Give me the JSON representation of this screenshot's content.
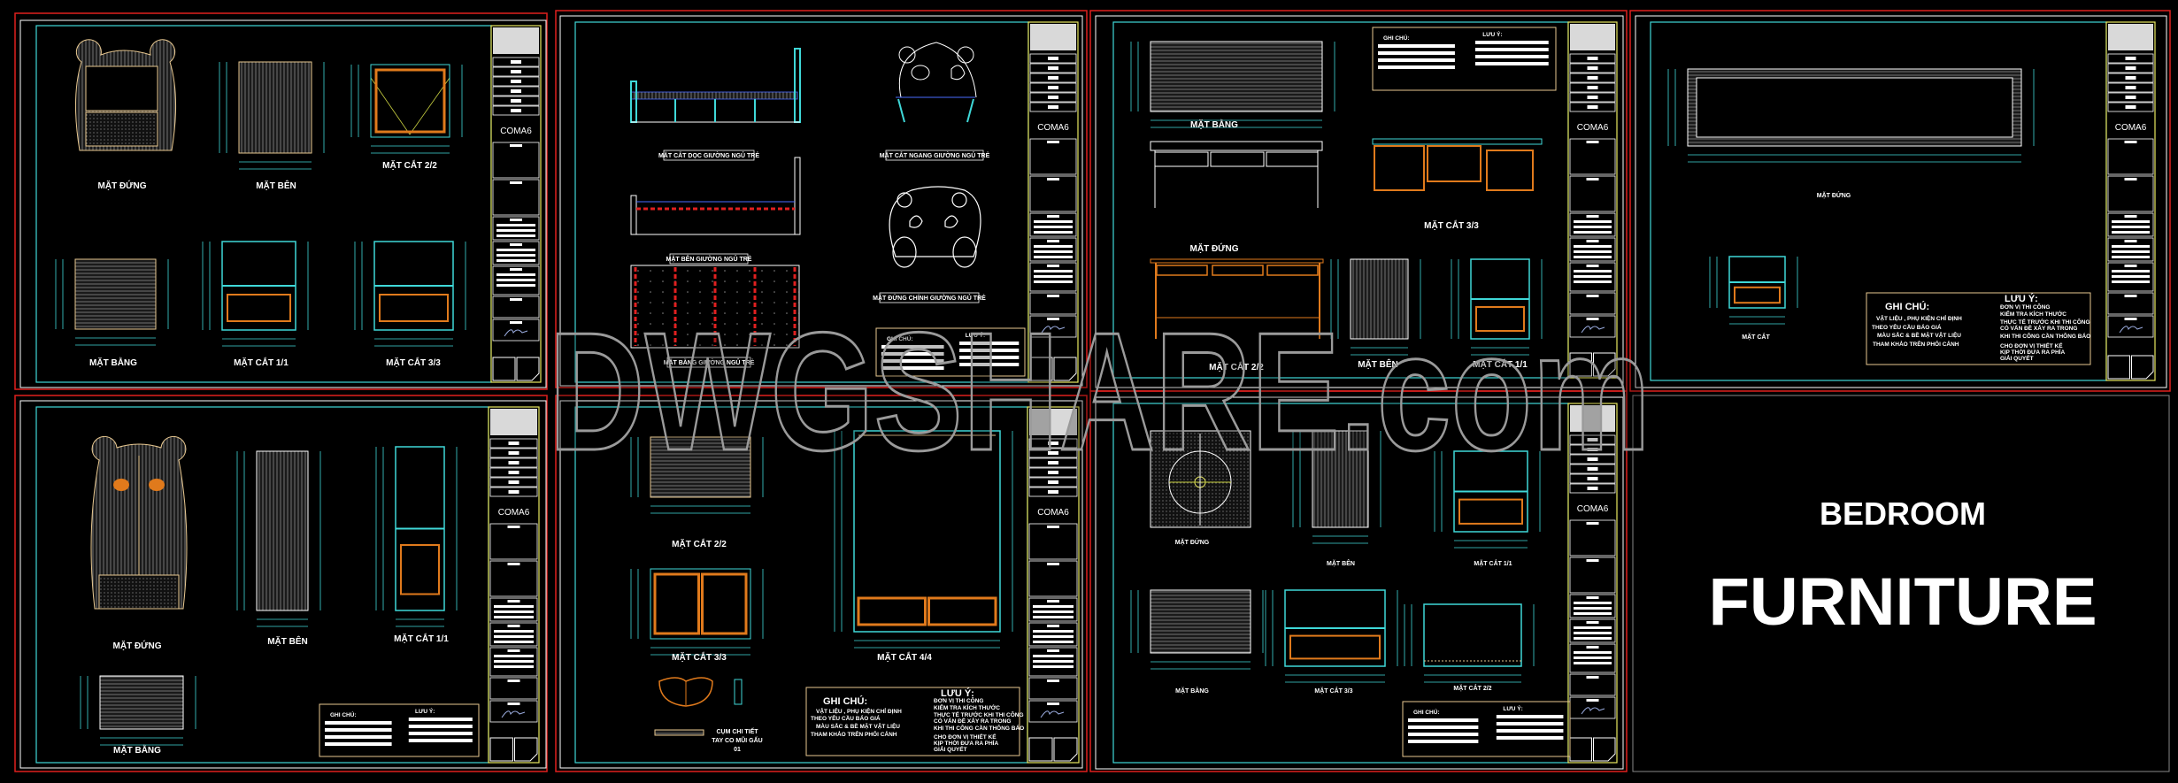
{
  "title": {
    "line1": "BEDROOM",
    "line2": "FURNITURE"
  },
  "watermark": "DWGSHARE.com",
  "title_block_code": "COMA6",
  "colors": {
    "background": "#000000",
    "sheet_border": "#e0201e",
    "frame": "#ffffff",
    "drawing_frame": "#3fd8d8",
    "title_block": "#e8e860",
    "wood": "#e07a1c",
    "hatch": "#8a8a8a"
  },
  "notes": {
    "ghi_chu_title": "GHI CHÚ:",
    "luu_y_title": "LƯU Ý:",
    "ghi_chu": [
      "VẬT LIỆU , PHỤ KIỆN CHỈ ĐỊNH",
      "THEO YÊU CẦU BÁO GIÁ",
      "MÀU SẮC & BỀ MẶT VẬT LIỆU",
      "THAM KHẢO TRÊN PHỐI CẢNH"
    ],
    "luu_y": [
      "ĐƠN VỊ THI CÔNG",
      "KIỂM TRA KÍCH THƯỚC",
      "THỰC TẾ TRƯỚC KHI THI CÔNG",
      "CÓ VẤN ĐỀ XẢY RA TRONG",
      "KHI THI CÔNG CẦN THÔNG BÁO",
      "CHO ĐƠN VỊ THIẾT KẾ",
      "KỊP THỜI ĐƯA RA PHÍA",
      "GIẢI QUYẾT"
    ]
  },
  "panels": [
    {
      "labels": [
        "MẶT ĐỨNG",
        "MẶT BÊN",
        "MẶT CẮT 2/2",
        "MẶT BẰNG",
        "MẶT CẮT 1/1",
        "MẶT CẮT 3/3"
      ]
    },
    {
      "labels": [
        "MẶT CẮT DỌC GIƯỜNG NGỦ TRẺ",
        "MẶT CẮT NGANG GIƯỜNG NGỦ TRẺ",
        "MẶT BÊN GIƯỜNG NGỦ TRẺ",
        "MẶT ĐỨNG CHÍNH GIƯỜNG NGỦ TRẺ",
        "MẶT BẰNG GIƯỜNG NGỦ TRẺ"
      ]
    },
    {
      "labels": [
        "MẶT BẰNG",
        "MẶT ĐỨNG",
        "MẶT CẮT 3/3",
        "MẶT CẮT 2/2",
        "MẶT BÊN",
        "MẶT CẮT 1/1"
      ]
    },
    {
      "labels": [
        "MẶT ĐỨNG",
        "MẶT CẮT"
      ]
    },
    {
      "labels": [
        "MẶT ĐỨNG",
        "MẶT BÊN",
        "MẶT CẮT 1/1",
        "MẶT BẰNG"
      ]
    },
    {
      "labels": [
        "MẶT CẮT 2/2",
        "MẶT CẮT 3/3",
        "MẶT CẮT 4/4"
      ],
      "detail": [
        "CỤM CHI TIẾT",
        "TAY CO MŨI GẤU",
        "01"
      ]
    },
    {
      "labels": [
        "MẶT ĐỨNG",
        "MẶT BÊN",
        "MẶT CẮT 1/1",
        "MẶT BẰNG",
        "MẶT CẮT 3/3",
        "MẶT CẮT 2/2"
      ]
    }
  ]
}
